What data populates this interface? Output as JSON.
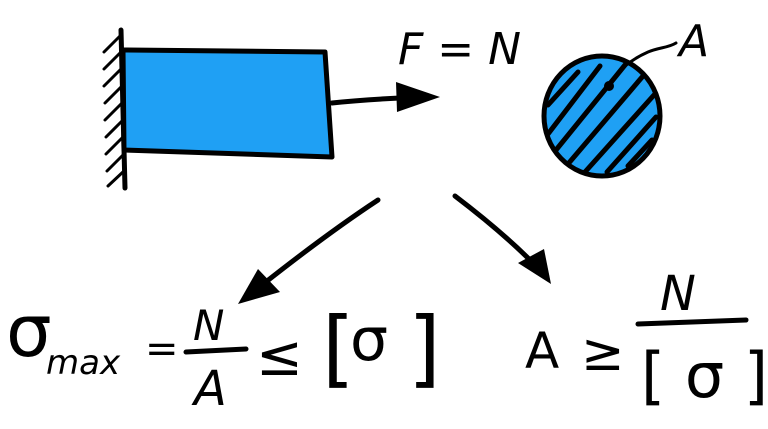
{
  "colors": {
    "fill_blue": "#1FA0F4",
    "ink": "#000000",
    "background": "#FFFFFF"
  },
  "labels": {
    "force": "F = N",
    "area_label": "A"
  },
  "formulas": {
    "stress_symbol": "σ",
    "stress_subscript": "max",
    "equals": "=",
    "stress_numerator": "N",
    "stress_denominator": "A",
    "leq": "≤",
    "bracket_left": "[",
    "allowable_stress": "σ",
    "bracket_right": "]",
    "area_symbol": "A",
    "geq": "≥",
    "area_numerator": "N",
    "area_denominator": "[ σ ]"
  },
  "icons": {
    "wall": "wall-support-icon",
    "arrow": "arrow-right-icon",
    "cross_section": "hatched-circle-icon"
  }
}
